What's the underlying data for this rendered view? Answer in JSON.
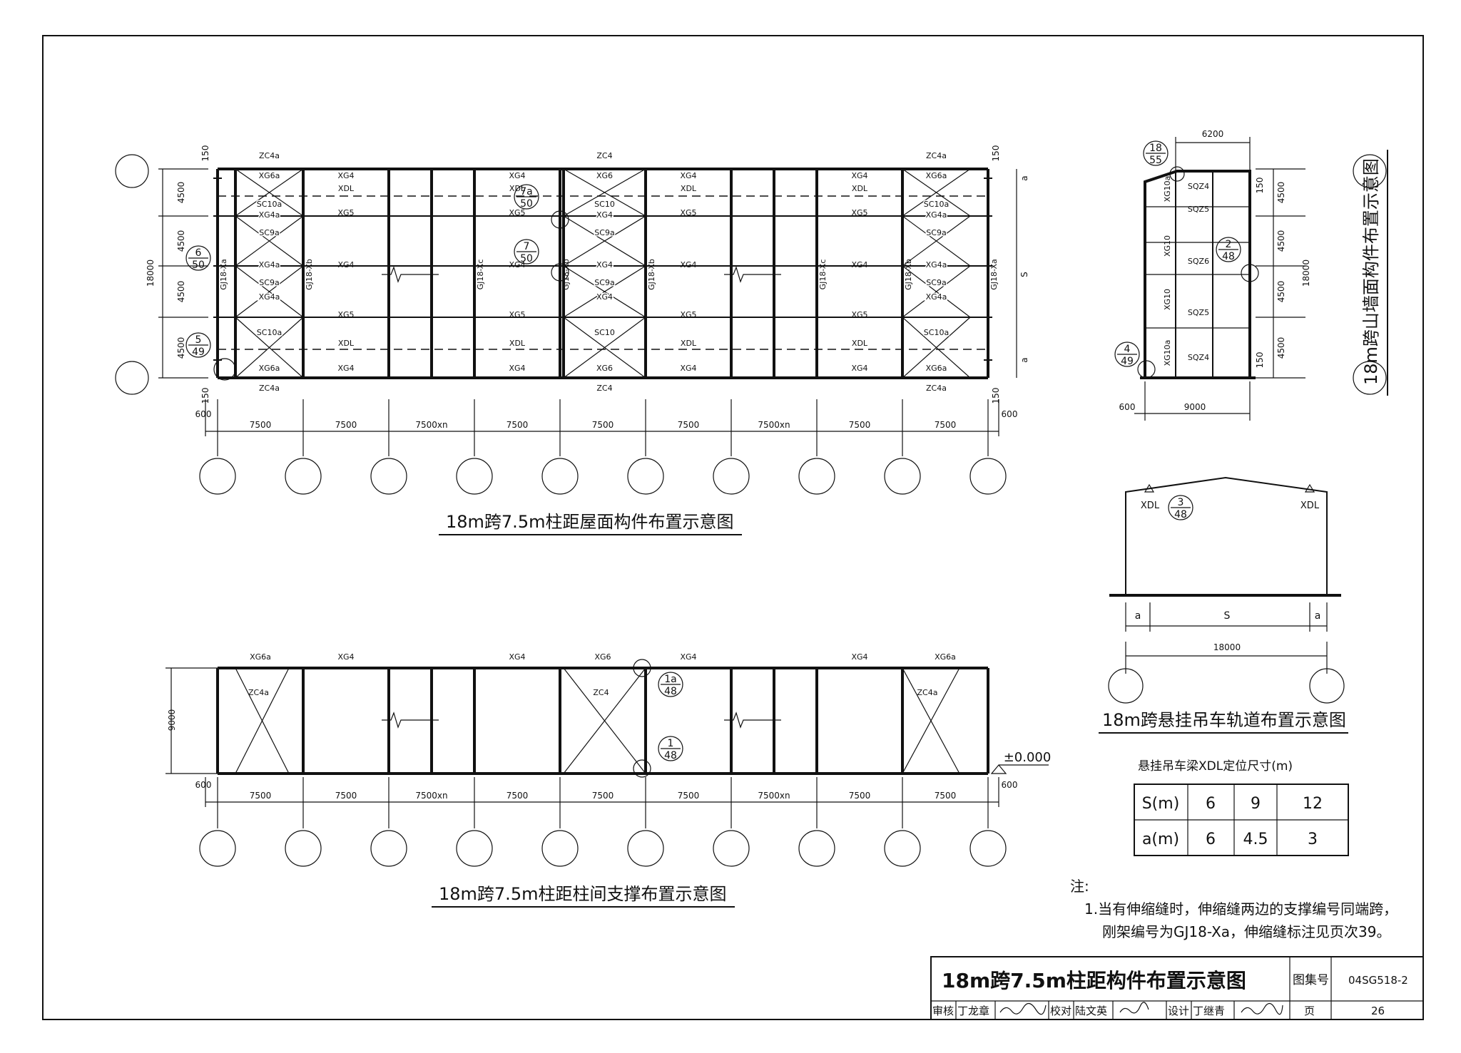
{
  "roof_plan": {
    "title": "18m跨7.5m柱距屋面构件布置示意图",
    "bays": [
      "7500",
      "7500",
      "7500xn",
      "7500",
      "7500",
      "7500",
      "7500xn",
      "7500",
      "7500"
    ],
    "edge_dims": [
      "600",
      "600",
      "150",
      "150",
      "150",
      "150"
    ],
    "vertical_dims": [
      "4500",
      "4500",
      "4500",
      "4500"
    ],
    "total_span": "18000",
    "frames": [
      "GJ18-Xa",
      "GJ18-Xb",
      "GJ18-Xc",
      "GJ18-Xc",
      "GJ18-Xb",
      "GJ18-Xb",
      "GJ18-Xc",
      "GJ18-Xc",
      "GJ18-Xb",
      "GJ18-Xa"
    ],
    "end_bay_rows": [
      "XG6a",
      "SC10a",
      "XG4a",
      "SC9a",
      "XG4a",
      "SC9a",
      "XG4a",
      "SC10a",
      "XG6a"
    ],
    "mid_bay_rows": [
      "XG6",
      "SC10",
      "XG4",
      "SC9a",
      "XG4",
      "SC9a",
      "XG4",
      "SC10",
      "XG6"
    ],
    "end_brace": "ZC4a",
    "mid_brace": "ZC4",
    "plain_rows": [
      "XG4",
      "XDL",
      "XG5",
      "XG4",
      "XG5",
      "XDL",
      "XG4"
    ],
    "side_labels": [
      "a",
      "S",
      "a"
    ],
    "callouts": [
      {
        "num": "6",
        "den": "50"
      },
      {
        "num": "5",
        "den": "49"
      },
      {
        "num": "7a",
        "den": "50"
      },
      {
        "num": "7",
        "den": "50"
      }
    ]
  },
  "column_plan": {
    "title": "18m跨7.5m柱距柱间支撑布置示意图",
    "bays": [
      "7500",
      "7500",
      "7500xn",
      "7500",
      "7500",
      "7500",
      "7500xn",
      "7500",
      "7500"
    ],
    "top_labels": [
      "XG6a",
      "XG4",
      "XG4",
      "XG6",
      "XG4",
      "XG4",
      "XG6a"
    ],
    "braces": [
      "ZC4a",
      "ZC4",
      "ZC4a"
    ],
    "height": "9000",
    "edge_dims": [
      "600",
      "600"
    ],
    "elevation": "±0.000",
    "callouts": [
      {
        "num": "1a",
        "den": "48"
      },
      {
        "num": "1",
        "den": "48"
      }
    ]
  },
  "gable_wall": {
    "title": "18m跨山墙面构件布置示意图",
    "dims": [
      "6200",
      "600",
      "9000",
      "150",
      "4500",
      "4500",
      "4500",
      "4500",
      "150",
      "18000"
    ],
    "columns": [
      "XG10a",
      "XG10",
      "XG10",
      "XG10a"
    ],
    "rows": [
      "SQZ4",
      "SQZ5",
      "SQZ6",
      "SQZ5",
      "SQZ4"
    ],
    "callouts": [
      {
        "num": "18",
        "den": "55"
      },
      {
        "num": "2",
        "den": "48"
      },
      {
        "num": "4",
        "den": "49"
      }
    ]
  },
  "crane_track": {
    "title": "18m跨悬挂吊车轨道布置示意图",
    "labels": [
      "XDL",
      "XDL"
    ],
    "callout": {
      "num": "3",
      "den": "48"
    },
    "dims": [
      "a",
      "S",
      "a"
    ],
    "total": "18000"
  },
  "xdl_table": {
    "title": "悬挂吊车梁XDL定位尺寸(m)",
    "rows": [
      [
        "S(m)",
        "6",
        "9",
        "12"
      ],
      [
        "a(m)",
        "6",
        "4.5",
        "3"
      ]
    ]
  },
  "notes": {
    "heading": "注:",
    "line1": "1.当有伸缩缝时，伸缩缝两边的支撑编号同端跨，",
    "line2": "刚架编号为GJ18-Xa，伸缩缝标注见页次39。"
  },
  "title_block": {
    "title": "18m跨7.5m柱距构件布置示意图",
    "atlas_label": "图集号",
    "atlas_no": "04SG518-2",
    "review_label": "审核",
    "reviewer": "丁龙章",
    "check_label": "校对",
    "checker": "陆文英",
    "design_label": "设计",
    "designer": "丁继青",
    "page_label": "页",
    "page_no": "26"
  }
}
